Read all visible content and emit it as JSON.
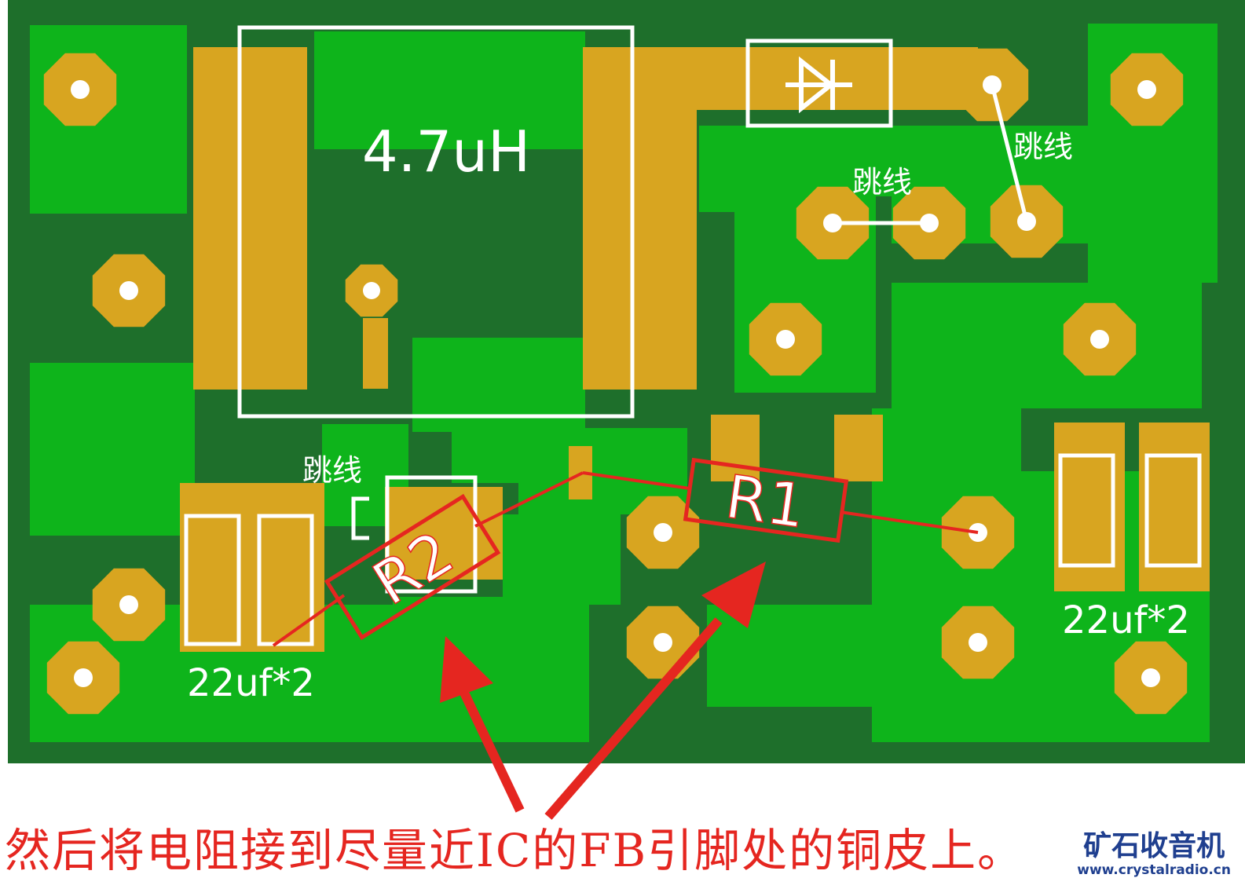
{
  "labels": {
    "inductor": "4.7uH",
    "jumper_top_right": "跳线",
    "jumper_top_mid": "跳线",
    "jumper_left": "跳线",
    "resistor_1": "R1",
    "resistor_2": "R2",
    "cap_left": "22uf*2",
    "cap_right": "22uf*2"
  },
  "caption": "然后将电阻接到尽量近IC的FB引脚处的铜皮上。",
  "watermark": {
    "title": "矿石收音机",
    "url": "www.crystalradio.cn"
  },
  "colors": {
    "board_dark": "#1e6f2b",
    "copper_green": "#0eb41b",
    "pad_gold": "#d8a520",
    "silkscreen": "#ffffff",
    "annotation_red": "#e52620",
    "logo_blue": "#1f3f8f"
  }
}
